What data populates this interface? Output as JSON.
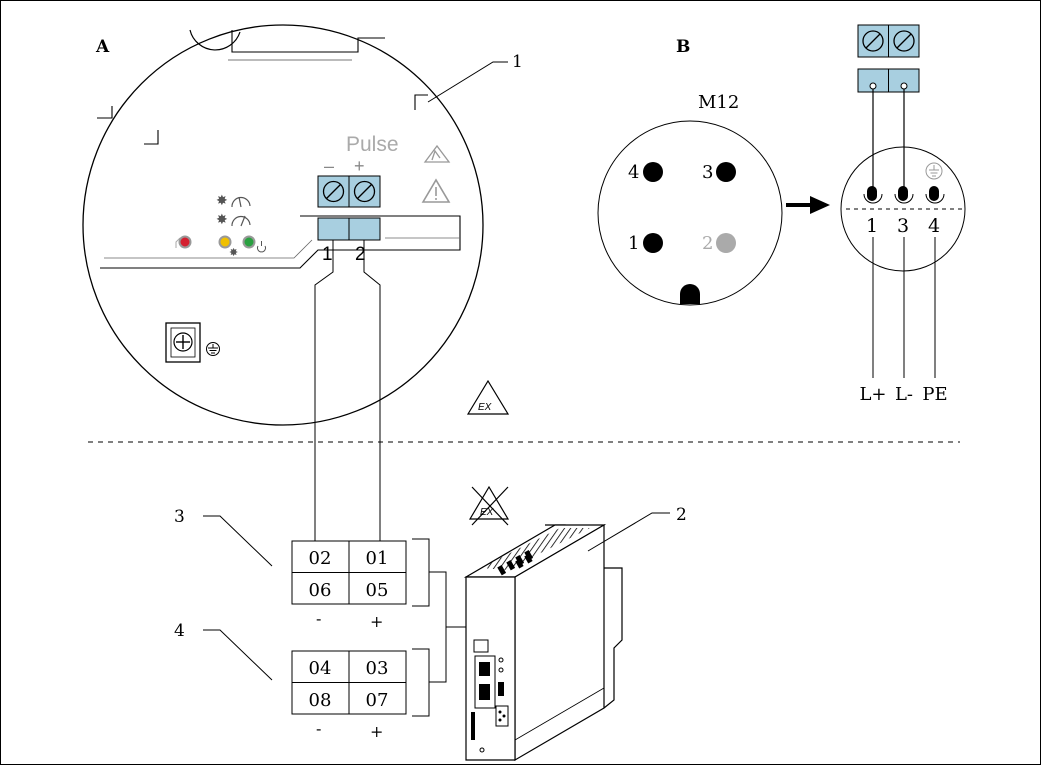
{
  "panel_a": {
    "letter": "A",
    "pulse_label": "Pulse",
    "minus": "–",
    "plus": "+",
    "terminal_1": "1",
    "terminal_2": "2"
  },
  "panel_b": {
    "letter": "B",
    "connector": "M12",
    "pins": [
      "4",
      "3",
      "1",
      "2"
    ],
    "terminal_labels": [
      "1",
      "3",
      "4"
    ],
    "signal_labels": [
      "L+",
      "L-",
      "PE"
    ]
  },
  "callouts": [
    "1",
    "2",
    "3",
    "4"
  ],
  "blocks": [
    {
      "rows": [
        [
          "02",
          "01"
        ],
        [
          "06",
          "05"
        ]
      ],
      "minus": "-",
      "plus": "+"
    },
    {
      "rows": [
        [
          "04",
          "03"
        ],
        [
          "08",
          "07"
        ]
      ],
      "minus": "-",
      "plus": "+"
    }
  ],
  "ex_label": "EX",
  "colors": {
    "terminal_blue": "#a8cfe0",
    "led_red": "#d42030",
    "led_yellow": "#f0c000",
    "led_green": "#2aa040",
    "gray_text": "#aaaaaa"
  }
}
